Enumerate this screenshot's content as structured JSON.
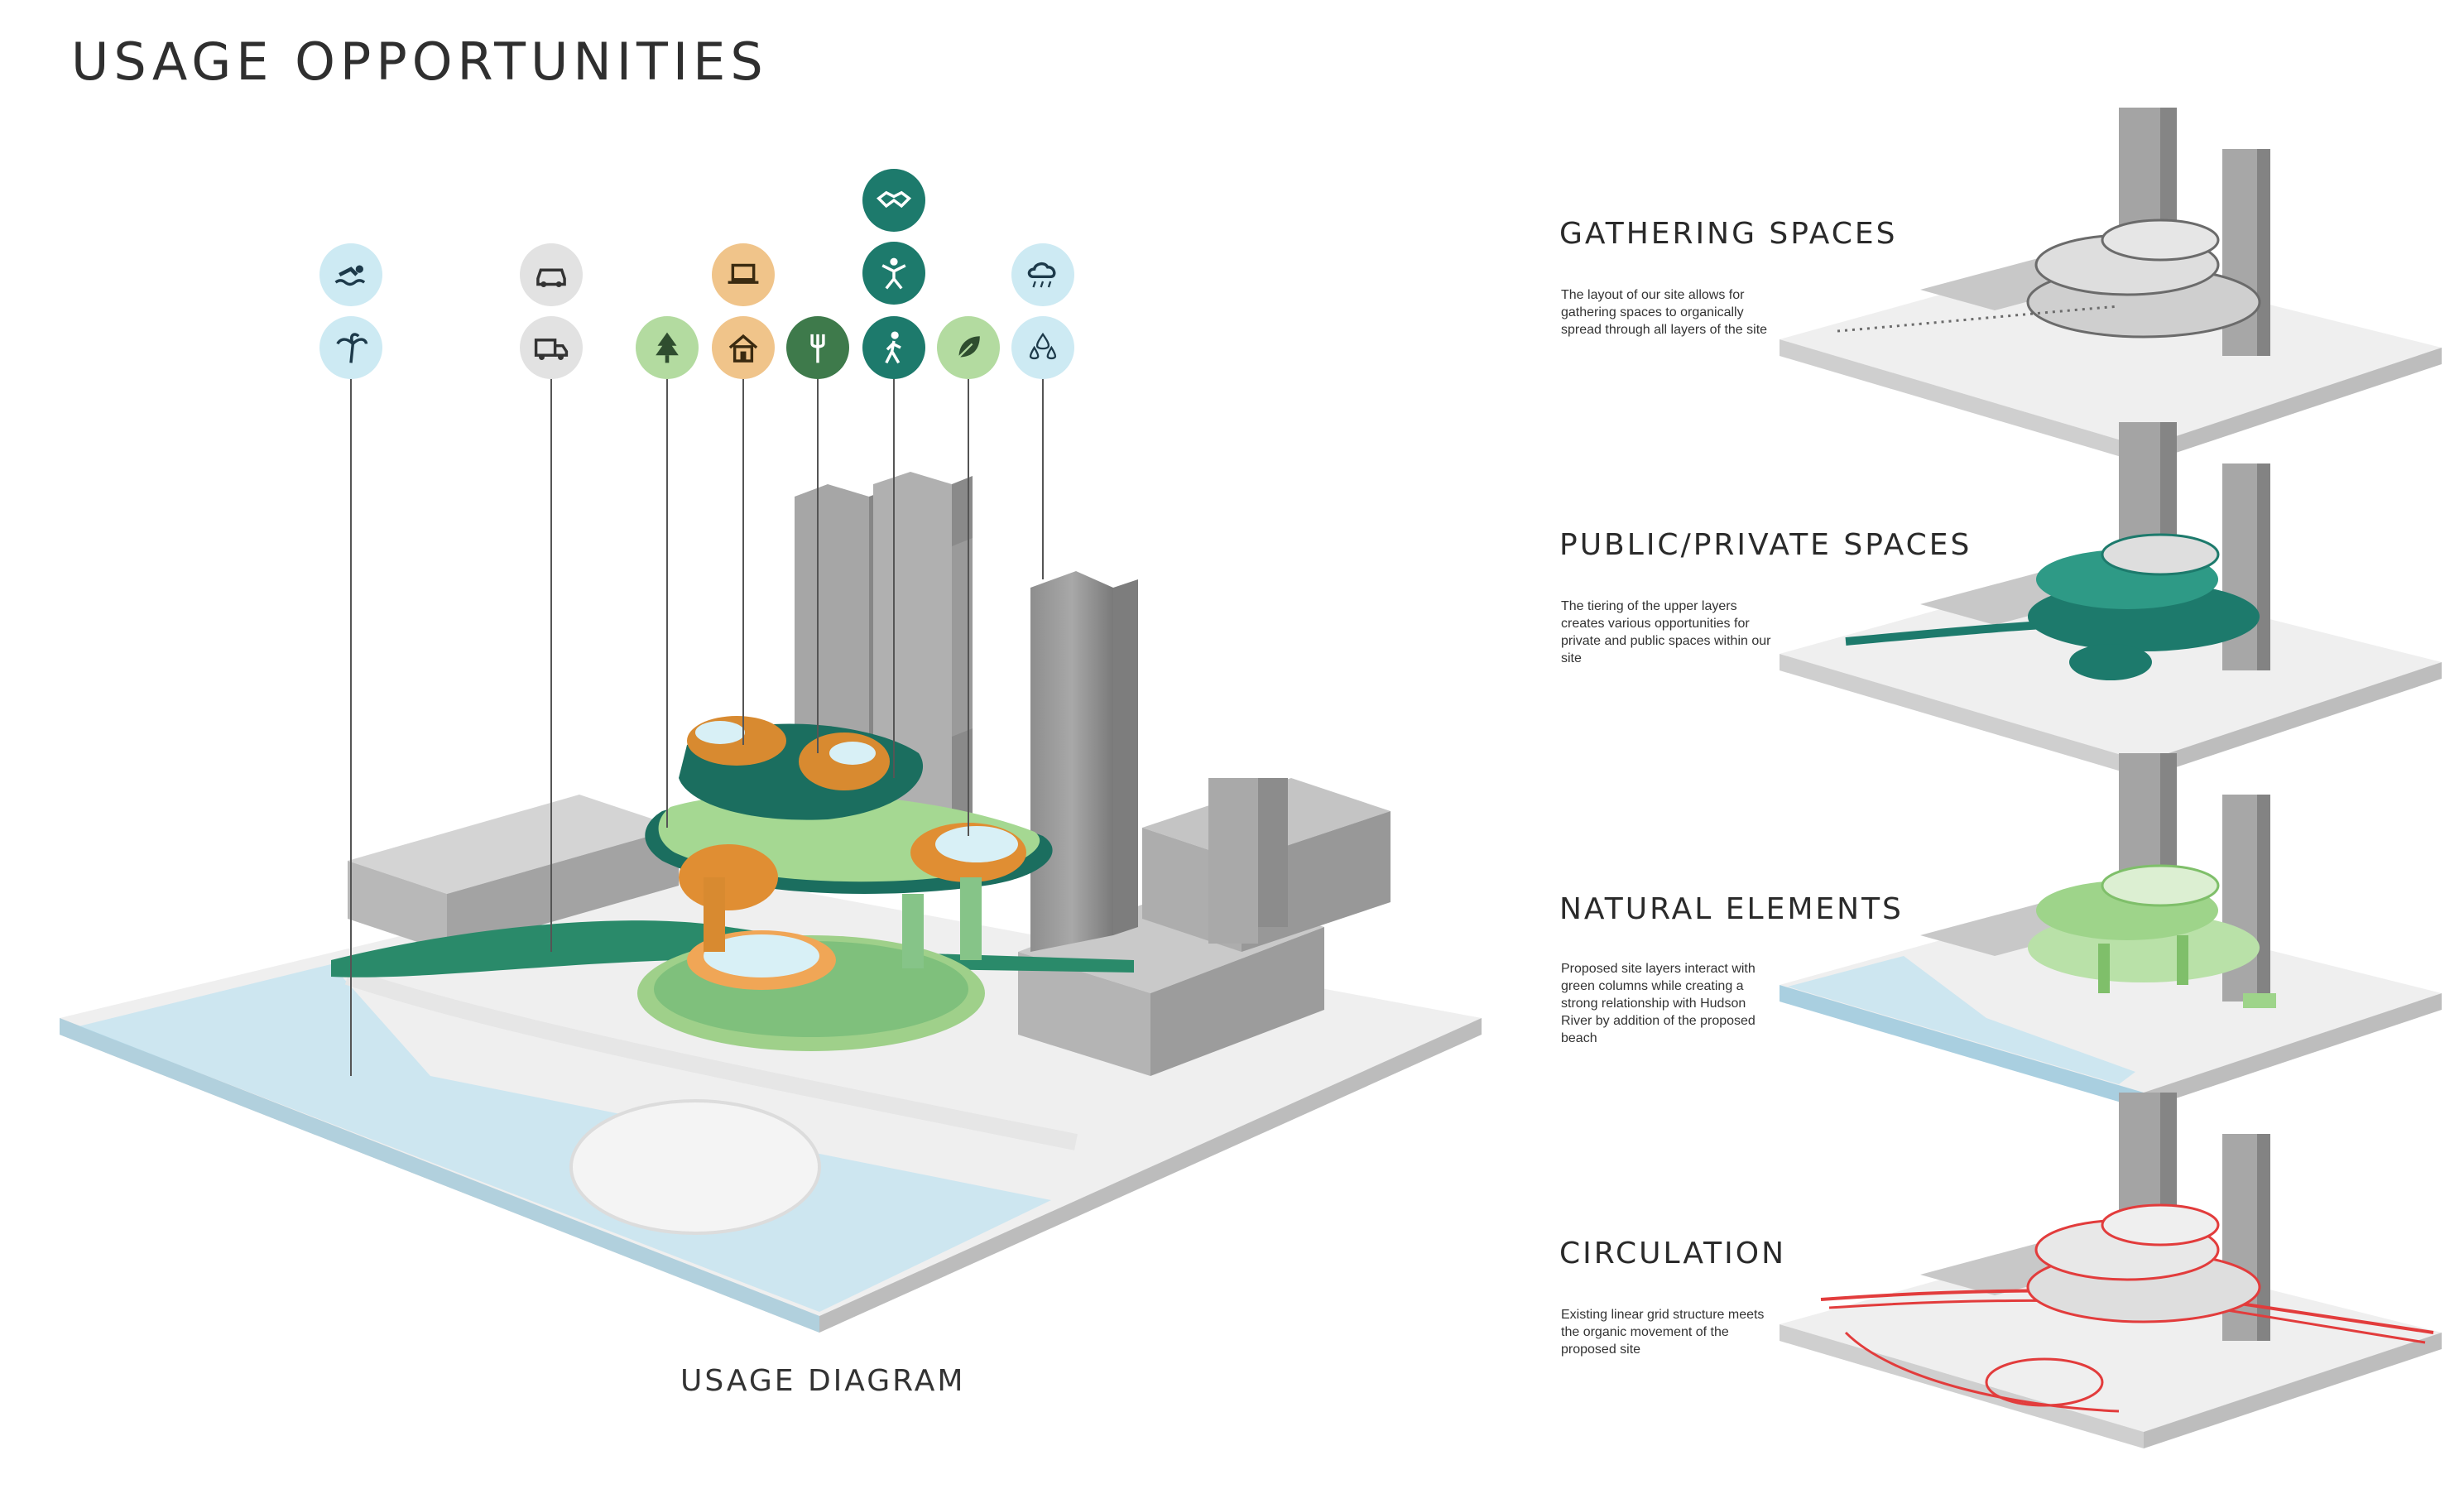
{
  "page": {
    "title": "USAGE OPPORTUNITIES",
    "diagram_caption": "USAGE DIAGRAM"
  },
  "colors": {
    "light_blue": "#cdeaf3",
    "grey": "#e2e2e2",
    "light_green": "#b3dba0",
    "orange": "#f0c48a",
    "dark_green": "#3e7a4b",
    "teal": "#1d7a6c",
    "building_grey": "#9d9d9d",
    "water": "#cde6f0",
    "red": "#e23c3c"
  },
  "icons": [
    {
      "name": "swimmer-icon",
      "color": "light_blue"
    },
    {
      "name": "palm-tree-icon",
      "color": "light_blue"
    },
    {
      "name": "car-icon",
      "color": "grey"
    },
    {
      "name": "truck-icon",
      "color": "grey"
    },
    {
      "name": "pine-tree-icon",
      "color": "light_green"
    },
    {
      "name": "laptop-icon",
      "color": "orange"
    },
    {
      "name": "house-icon",
      "color": "orange"
    },
    {
      "name": "fork-icon",
      "color": "dark_green"
    },
    {
      "name": "handshake-icon",
      "color": "teal"
    },
    {
      "name": "jumping-person-icon",
      "color": "teal"
    },
    {
      "name": "walking-person-icon",
      "color": "teal"
    },
    {
      "name": "leaf-icon",
      "color": "light_green"
    },
    {
      "name": "rain-cloud-icon",
      "color": "light_blue"
    },
    {
      "name": "water-drops-icon",
      "color": "light_blue"
    }
  ],
  "panels": [
    {
      "title": "GATHERING SPACES",
      "description": "The layout of our site allows for gathering spaces to organically spread through all layers of the site",
      "accent": "#6b6b6b"
    },
    {
      "title": "PUBLIC/PRIVATE SPACES",
      "description": "The tiering of the upper layers creates various opportunities for private and public spaces within our site",
      "accent": "#1d7a6c"
    },
    {
      "title": "NATURAL ELEMENTS",
      "description": "Proposed site layers interact with green columns while creating a strong relationship with Hudson River by addition of the proposed beach",
      "accent": "#9ed48a"
    },
    {
      "title": "CIRCULATION",
      "description": "Existing linear grid structure meets the organic movement of the proposed site",
      "accent": "#e23c3c"
    }
  ]
}
